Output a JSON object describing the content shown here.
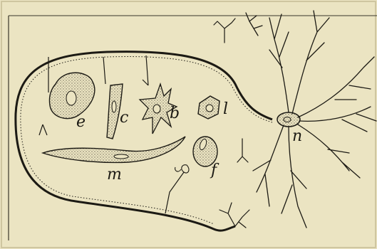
{
  "figure": {
    "labels": {
      "e": "e",
      "c": "c",
      "b": "b",
      "l": "l",
      "f": "f",
      "m": "m",
      "n": "n"
    },
    "colors": {
      "paper": "#ebe4c2",
      "ink": "#1c1a14",
      "stipple": "#6f6a55"
    }
  }
}
